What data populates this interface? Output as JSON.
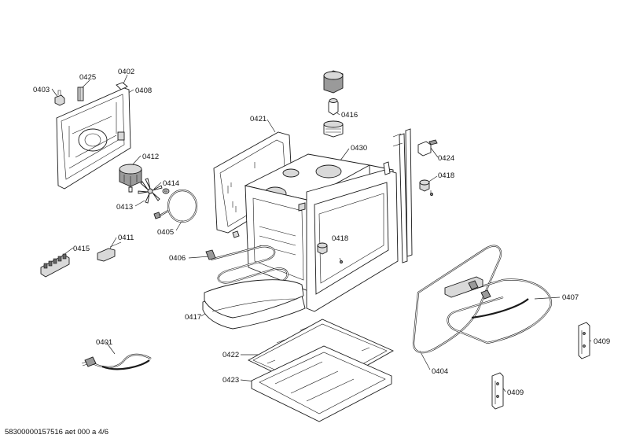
{
  "labels": {
    "p0401": "0401",
    "p0402": "0402",
    "p0403": "0403",
    "p0404": "0404",
    "p0405": "0405",
    "p0406": "0406",
    "p0407": "0407",
    "p0408": "0408",
    "p0409a": "0409",
    "p0409b": "0409",
    "p0411": "0411",
    "p0412": "0412",
    "p0413": "0413",
    "p0414": "0414",
    "p0415": "0415",
    "p0416": "0416",
    "p0417": "0417",
    "p0418a": "0418",
    "p0418b": "0418",
    "p0421": "0421",
    "p0422": "0422",
    "p0423": "0423",
    "p0424": "0424",
    "p0425": "0425",
    "p0430": "0430"
  },
  "footer": "58300000157516 aet 000 a 4/6"
}
